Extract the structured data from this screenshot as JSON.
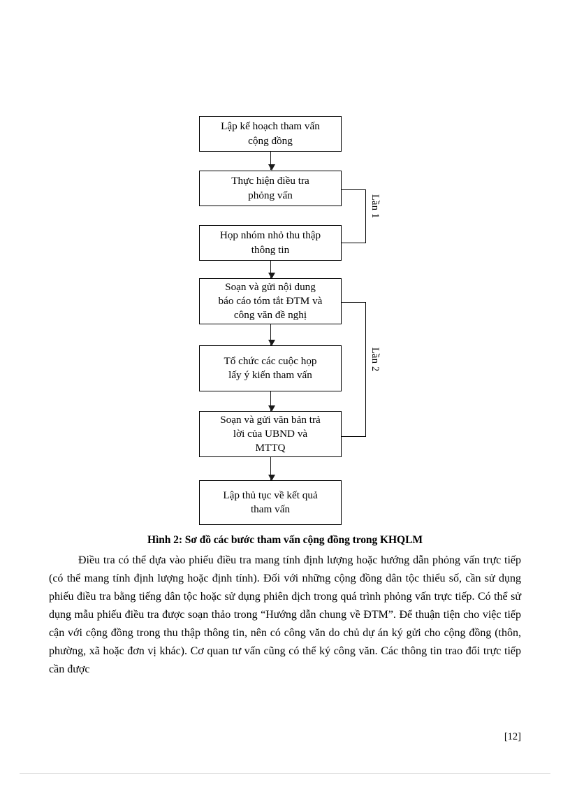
{
  "document": {
    "page_number": "[12]"
  },
  "flowchart": {
    "boxes": [
      {
        "id": "lap-ke-hoach",
        "lines": [
          "Lập kế hoạch tham vấn",
          "cộng đồng"
        ]
      },
      {
        "id": "thuc-hien-dieu-tra",
        "lines": [
          "Thực hiện điều tra",
          "phỏng vấn"
        ]
      },
      {
        "id": "hop-nhom-nho",
        "lines": [
          "Họp nhóm nhỏ thu thập",
          "thông tin"
        ]
      },
      {
        "id": "soan-gui-noi-dung",
        "lines": [
          "Soạn và gửi nội dung",
          "báo cáo tóm tắt ĐTM và",
          "công văn đề nghị"
        ]
      },
      {
        "id": "to-chuc-cuoc-hop",
        "lines": [
          "Tổ chức các cuộc họp",
          "lấy ý kiến tham vấn"
        ]
      },
      {
        "id": "soan-gui-van-ban",
        "lines": [
          "Soạn và gửi văn bản trả",
          "lời của UBND và",
          "MTTQ"
        ]
      },
      {
        "id": "lap-thu-tuc",
        "lines": [
          "Lập thủ tục về kết quả",
          "tham vấn"
        ]
      }
    ],
    "brackets": [
      {
        "id": "lan-1",
        "label": "Lần 1"
      },
      {
        "id": "lan-2",
        "label": "Lần 2"
      }
    ]
  },
  "caption": {
    "text": "Hình 2:  Sơ đồ các bước tham vấn cộng đồng trong KHQLM"
  },
  "paragraph": {
    "text": "Điều tra có thể dựa vào phiếu điều tra mang tính định lượng hoặc hướng dẫn phỏng vấn trực tiếp (có thể mang tính định lượng hoặc định tính). Đối với những cộng đồng dân tộc thiểu số, cần sử dụng phiếu điều tra bằng tiếng dân tộc hoặc sử dụng phiên dịch trong quá trình phỏng vấn trực tiếp. Có thể sử dụng mẫu phiếu điều tra được soạn thảo trong “Hướng dẫn chung về ĐTM”. Để thuận tiện cho việc tiếp cận với cộng đồng trong thu thập thông tin, nên có công văn do chủ dự án ký gửi cho cộng đồng (thôn, phường, xã hoặc đơn vị khác). Cơ quan tư vấn cũng có thể ký công văn. Các thông tin trao đổi trực tiếp cần được"
  }
}
